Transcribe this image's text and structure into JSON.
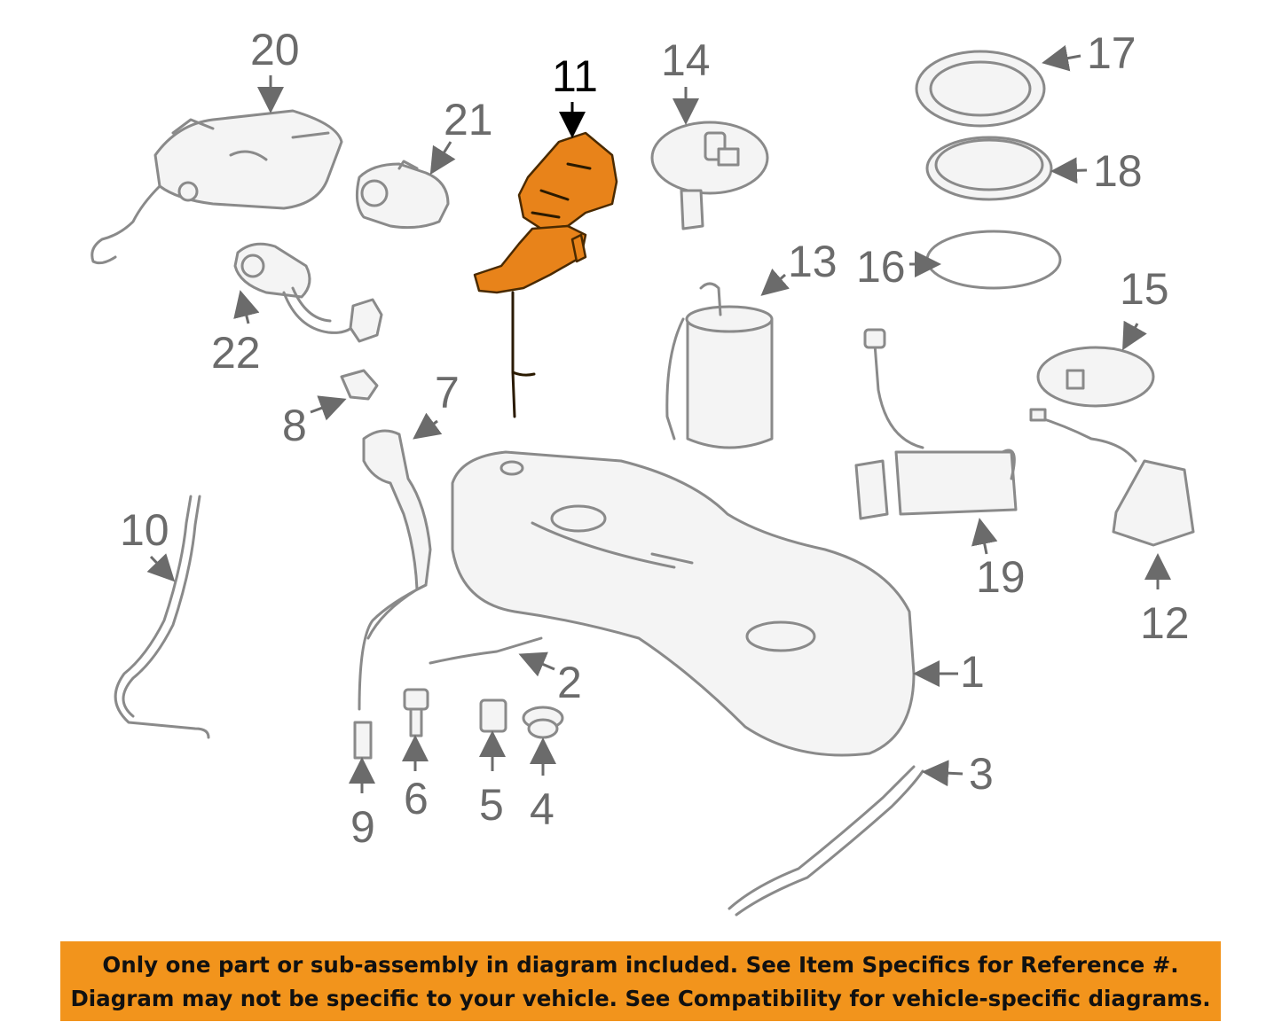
{
  "highlight_color": "#e8831a",
  "banner_color": "#f2941c",
  "callouts": {
    "c1": "1",
    "c2": "2",
    "c3": "3",
    "c4": "4",
    "c5": "5",
    "c6": "6",
    "c7": "7",
    "c8": "8",
    "c9": "9",
    "c10": "10",
    "c11": "11",
    "c12": "12",
    "c13": "13",
    "c14": "14",
    "c15": "15",
    "c16": "16",
    "c17": "17",
    "c18": "18",
    "c19": "19",
    "c20": "20",
    "c21": "21",
    "c22": "22"
  },
  "highlighted_part": "11",
  "disclaimer": {
    "line1": "Only one part or sub-assembly in diagram included. See Item Specifics for Reference #.",
    "line2": "Diagram may not be specific to your vehicle. See Compatibility for vehicle-specific diagrams."
  }
}
